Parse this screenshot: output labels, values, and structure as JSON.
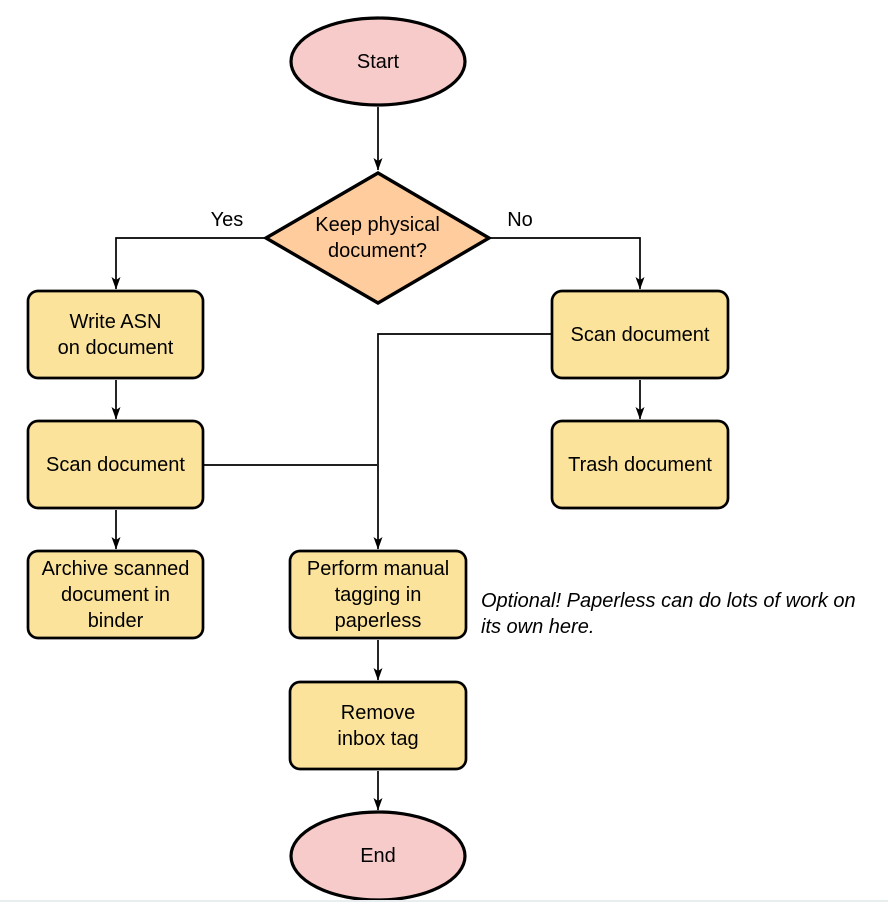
{
  "colors": {
    "background": "#FFFFFF",
    "terminal_fill": "#F8CBCB",
    "decision_fill": "#FFCC9E",
    "process_fill": "#FBE39B",
    "stroke": "#000000",
    "connector": "#000000",
    "text": "#000000",
    "bottom_rule": "#E8EDF0"
  },
  "nodes": {
    "start": {
      "label": "Start",
      "type": "terminal"
    },
    "decision": {
      "label": "Keep physical\ndocument?",
      "type": "decision"
    },
    "write_asn": {
      "label": "Write ASN\non document",
      "type": "process"
    },
    "scan_left": {
      "label": "Scan document",
      "type": "process"
    },
    "archive": {
      "label": "Archive scanned\ndocument in\nbinder",
      "type": "process"
    },
    "scan_right": {
      "label": "Scan document",
      "type": "process"
    },
    "trash": {
      "label": "Trash document",
      "type": "process"
    },
    "tagging": {
      "label": "Perform manual\ntagging in\npaperless",
      "type": "process"
    },
    "remove_inbox": {
      "label": "Remove\ninbox tag",
      "type": "process"
    },
    "end": {
      "label": "End",
      "type": "terminal"
    }
  },
  "edge_labels": {
    "yes": "Yes",
    "no": "No"
  },
  "note": {
    "text": "Optional! Paperless can do lots of work on\nits own here."
  }
}
